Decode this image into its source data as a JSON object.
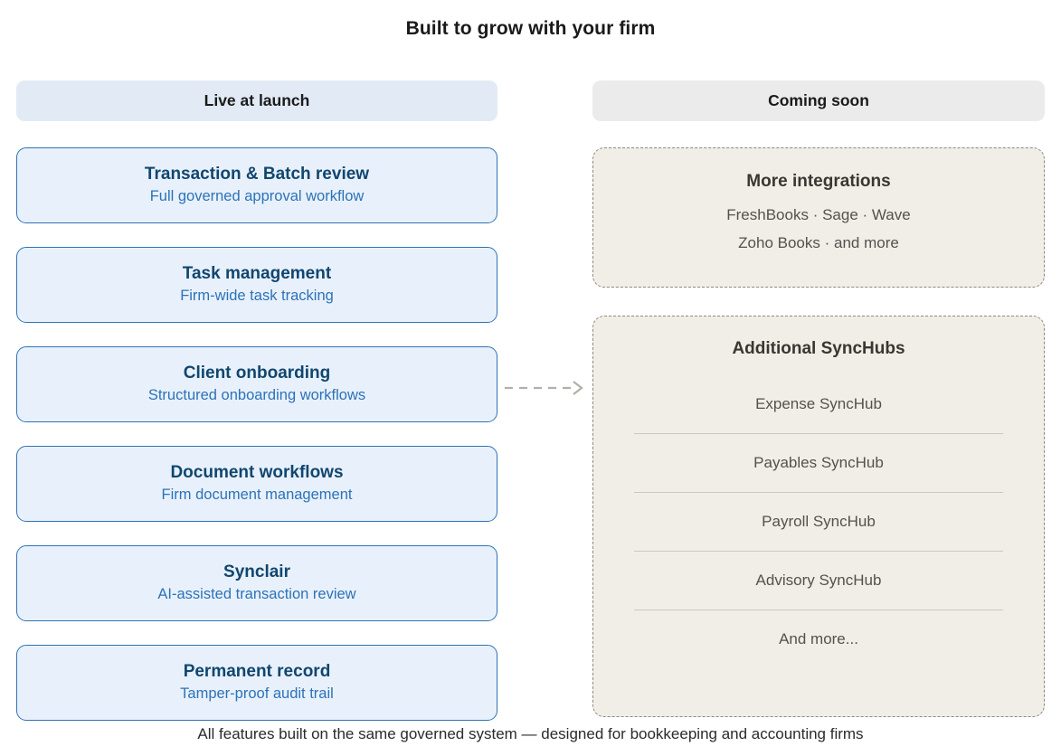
{
  "title": "Built to grow with your firm",
  "columns": {
    "left": {
      "header": "Live at launch",
      "cards": [
        {
          "title": "Transaction & Batch review",
          "subtitle": "Full governed approval workflow"
        },
        {
          "title": "Task management",
          "subtitle": "Firm-wide task tracking"
        },
        {
          "title": "Client onboarding",
          "subtitle": "Structured onboarding workflows"
        },
        {
          "title": "Document workflows",
          "subtitle": "Firm document management"
        },
        {
          "title": "Synclair",
          "subtitle": "AI-assisted transaction review"
        },
        {
          "title": "Permanent record",
          "subtitle": "Tamper-proof audit trail"
        }
      ]
    },
    "right": {
      "header": "Coming soon",
      "integrations": {
        "heading": "More integrations",
        "lines": [
          "FreshBooks · Sage · Wave",
          "Zoho Books · and more"
        ]
      },
      "synchubs": {
        "heading": "Additional SyncHubs",
        "items": [
          "Expense SyncHub",
          "Payables SyncHub",
          "Payroll SyncHub",
          "Advisory SyncHub",
          "And more..."
        ]
      }
    }
  },
  "connector": {
    "icon": "dashed-arrow-right-icon",
    "color": "#b3afa8"
  },
  "footer": "All features built on the same governed system — designed for bookkeeping and accounting firms",
  "colors": {
    "left_header_bg": "#e2ebf5",
    "right_header_bg": "#ebebeb",
    "card_bg": "#e8f1fb",
    "card_border": "#2f73b4",
    "card_title": "#11466f",
    "card_subtitle": "#2d72b8",
    "panel_bg": "#f1eee7",
    "panel_border": "#8d8982",
    "panel_heading": "#3a3633",
    "panel_text": "#55514e",
    "divider": "#ccc8c0"
  }
}
